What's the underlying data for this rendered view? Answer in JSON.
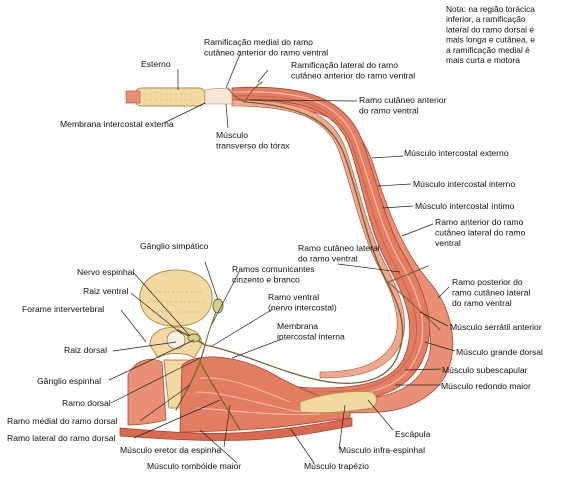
{
  "note": [
    "Nota: na região torácica",
    "inferior, a ramificação",
    "lateral do ramo dorsal é",
    "mais longa e cutânea, e",
    "a ramificação medial é",
    "mais curta e motora"
  ],
  "labels": {
    "esterno": [
      "Esterno"
    ],
    "membrana_intercostal_externa": [
      "Membrana intercostal externa"
    ],
    "ramificacao_medial": [
      "Ramificação medial do ramo",
      "cutâneo anterior do ramo ventral"
    ],
    "ramificacao_lateral": [
      "Ramificação lateral do ramo",
      "cutâneo anterior do ramo ventral"
    ],
    "musculo_transverso": [
      "Músculo",
      "transverso do tórax"
    ],
    "ramo_cutaneo_anterior": [
      "Ramo cutâneo anterior",
      "do ramo ventral"
    ],
    "musculo_intercostal_externo": [
      "Músculo intercostal externo"
    ],
    "musculo_intercostal_interno": [
      "Músculo intercostal interno"
    ],
    "musculo_intercostal_intimo": [
      "Músculo intercostal íntimo"
    ],
    "ramo_anterior_lateral": [
      "Ramo anterior do ramo",
      "cutâneo lateral do ramo",
      "ventral"
    ],
    "ramo_cutaneo_lateral": [
      "Ramo cutâneo lateral",
      "do ramo ventral"
    ],
    "ganglio_simpatico": [
      "Gânglio simpático"
    ],
    "nervo_espinhal": [
      "Nervo espinhal"
    ],
    "raiz_ventral": [
      "Raiz ventral"
    ],
    "forame_intervertebral": [
      "Forame intervertebral"
    ],
    "ramos_comunicantes": [
      "Ramos comunicantes",
      "cinzento e branco"
    ],
    "ramo_ventral": [
      "Ramo ventral",
      "(nervo intercostal)"
    ],
    "ramo_posterior_lateral": [
      "Ramo posterior do",
      "ramo cutâneo lateral",
      "do ramo ventral"
    ],
    "membrana_intercostal_interna": [
      "Membrana",
      "intercostal interna"
    ],
    "musculo_serratil": [
      "Músculo serrátil anterior"
    ],
    "raiz_dorsal": [
      "Raiz dorsal"
    ],
    "musculo_grande_dorsal": [
      "Músculo grande dorsal"
    ],
    "ganglio_espinhal": [
      "Gânglio espinhal"
    ],
    "musculo_subescapular": [
      "Músculo subescapular"
    ],
    "ramo_dorsal": [
      "Ramo dorsal"
    ],
    "musculo_redondo_maior": [
      "Músculo redondo maior"
    ],
    "ramo_medial_dorsal": [
      "Ramo medial do ramo dorsal"
    ],
    "escapula": [
      "Escápula"
    ],
    "ramo_lateral_dorsal": [
      "Ramo lateral do ramo dorsal"
    ],
    "musculo_eretor": [
      "Músculo eretor da espinha"
    ],
    "musculo_infra_espinhal": [
      "Músculo infra-espinhal"
    ],
    "musculo_romboide": [
      "Músculo rombóide maior"
    ],
    "musculo_trapezio": [
      "Músculo trapézio"
    ]
  },
  "colors": {
    "muscle": "#e88f74",
    "muscle_dark": "#c9543e",
    "muscle_light": "#f3b6a0",
    "bone": "#f2d9a2",
    "bone_edge": "#b38a4a",
    "nerve": "#d8cf8a",
    "nerve_edge": "#6e6430",
    "membrane": "#f6e7d6"
  }
}
